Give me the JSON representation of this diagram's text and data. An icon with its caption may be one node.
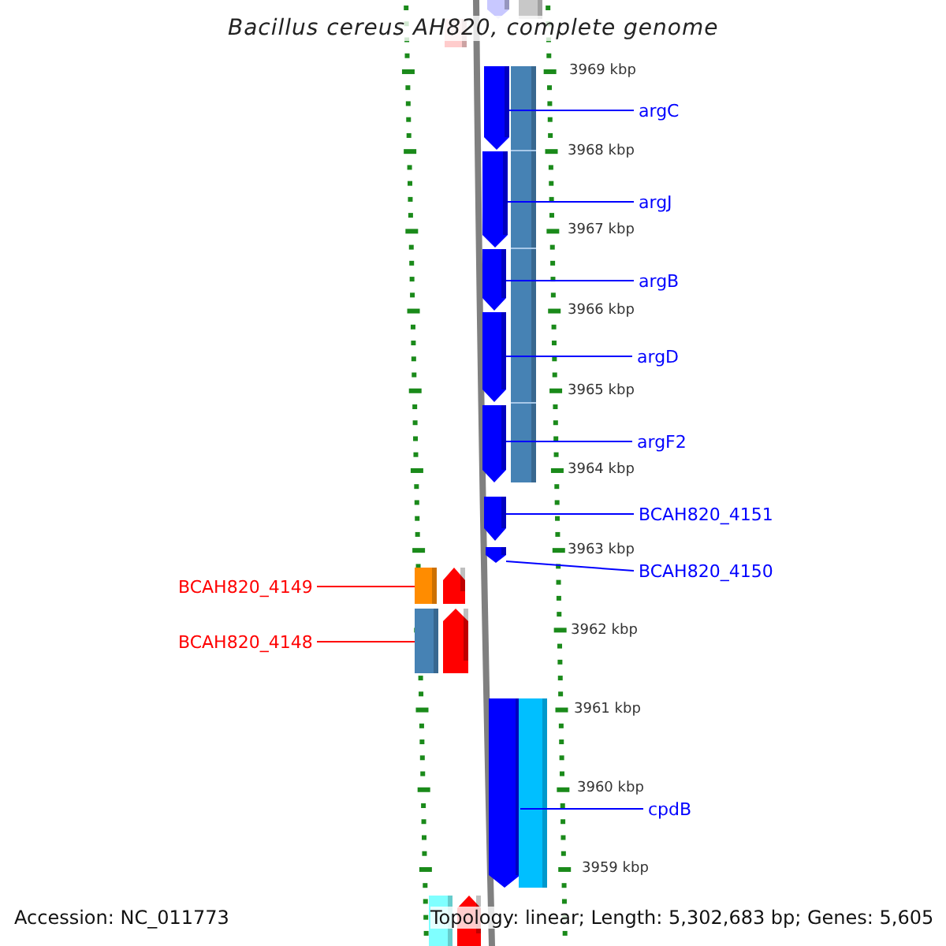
{
  "diagram": {
    "title": "Bacillus cereus AH820, complete genome",
    "nodes": [
      {
        "text": [
          "argC"
        ]
      },
      {
        "text": [
          "argJ"
        ]
      },
      {
        "text": [
          "argB"
        ]
      },
      {
        "text": [
          "argD"
        ]
      },
      {
        "text": [
          "argF2"
        ]
      },
      {
        "text": [
          "BCAH820_4151"
        ]
      },
      {
        "text": [
          "BCAH820_4150"
        ]
      },
      {
        "text": [
          "BCAH820_4149"
        ]
      },
      {
        "text": [
          "BCAH820_4148"
        ]
      },
      {
        "text": [
          "cpdB"
        ]
      },
      {
        "text": [],
        "shape": "arrow"
      },
      {
        "text": [],
        "shape": "arrow"
      },
      {
        "text": [],
        "shape": "arrow"
      },
      {
        "text": [],
        "shape": "arrow"
      },
      {
        "text": [],
        "shape": "arrow"
      },
      {
        "text": [],
        "shape": "arrow"
      },
      {
        "text": [],
        "shape": "arrow"
      },
      {
        "text": [],
        "shape": "arrow"
      },
      {
        "text": [],
        "shape": "bar"
      },
      {
        "text": [],
        "shape": "bar"
      },
      {
        "text": [],
        "shape": "bar"
      },
      {
        "text": [],
        "shape": "arrow"
      },
      {
        "text": [],
        "shape": "bar"
      },
      {
        "text": [],
        "shape": "arrow"
      },
      {
        "text": [],
        "shape": "arrow"
      },
      {
        "text": [],
        "shape": "bar"
      },
      {
        "text": [],
        "shape": "bar"
      },
      {
        "text": [],
        "shape": "bar"
      },
      {
        "text": [],
        "shape": "arrow"
      }
    ],
    "edges": [
      {
        "from": 0,
        "to": 10,
        "arrow": "none"
      },
      {
        "from": 1,
        "to": 11,
        "arrow": "none"
      },
      {
        "from": 2,
        "to": 12,
        "arrow": "none"
      },
      {
        "from": 3,
        "to": 13,
        "arrow": "none"
      },
      {
        "from": 4,
        "to": 14,
        "arrow": "none"
      },
      {
        "from": 5,
        "to": 15,
        "arrow": "none"
      },
      {
        "from": 6,
        "to": 16,
        "arrow": "none"
      },
      {
        "from": 7,
        "to": 20,
        "arrow": "none",
        "color": "#ff0000"
      },
      {
        "from": 8,
        "to": 22,
        "arrow": "none",
        "color": "#ff0000"
      },
      {
        "from": 9,
        "to": 17,
        "arrow": "none"
      }
    ],
    "labels": [
      "3969 kbp",
      "3968 kbp",
      "3967 kbp",
      "3966 kbp",
      "3965 kbp",
      "3964 kbp",
      "3963 kbp",
      "3962 kbp",
      "3961 kbp",
      "3960 kbp",
      "3959 kbp",
      "Accession: NC_011773",
      "Topology: linear; Length: 5,302,683 bp; Genes: 5,605"
    ]
  }
}
